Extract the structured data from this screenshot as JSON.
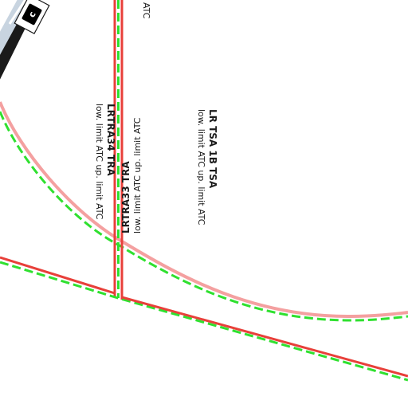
{
  "colors": {
    "background": "#ffffff",
    "boundary_red": "#e8403a",
    "boundary_green": "#2fe02f",
    "arc_pink": "#f4a0a0",
    "road_casing": "#1a1a1a",
    "road_fill": "#c8d4e0",
    "label_text": "#1a1a1a"
  },
  "airspaces": [
    {
      "name": "LRTRA34 TRA",
      "limits": "low. limit ATC up. limit ATC"
    },
    {
      "name": "LRTRA33 TRA",
      "limits": "low. limit ATC up. limit ATC"
    },
    {
      "name": "LR TSA 1B TSA",
      "limits": "low. limit ATC up. limit ATC"
    }
  ],
  "edge_label": {
    "text": "ATC"
  },
  "road_badge": {
    "text": "c",
    "icon": "road-shield-icon"
  }
}
